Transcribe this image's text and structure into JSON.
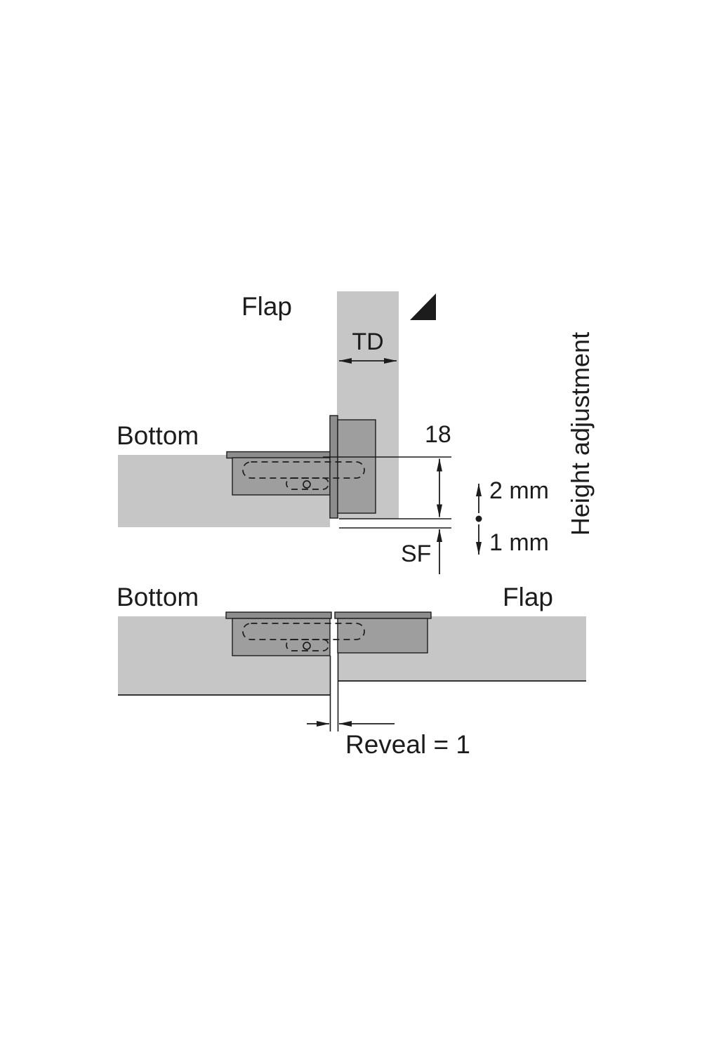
{
  "figure": {
    "side_view": {
      "flap_label": "Flap",
      "td_label": "TD",
      "bottom_label": "Bottom",
      "panel_thickness_dim": "18",
      "height_adjust_up": "2 mm",
      "height_adjust_down": "1 mm",
      "sf_label": "SF",
      "height_adjustment_label": "Height adjustment"
    },
    "front_view": {
      "bottom_label": "Bottom",
      "flap_label": "Flap",
      "reveal_dim": "Reveal = 1"
    },
    "colors": {
      "background": "#ffffff",
      "panel_fill": "#c6c6c6",
      "hinge_fill": "#9e9e9e",
      "hinge_edge_fill": "#8d8d8d",
      "line": "#1c1c1c"
    }
  }
}
